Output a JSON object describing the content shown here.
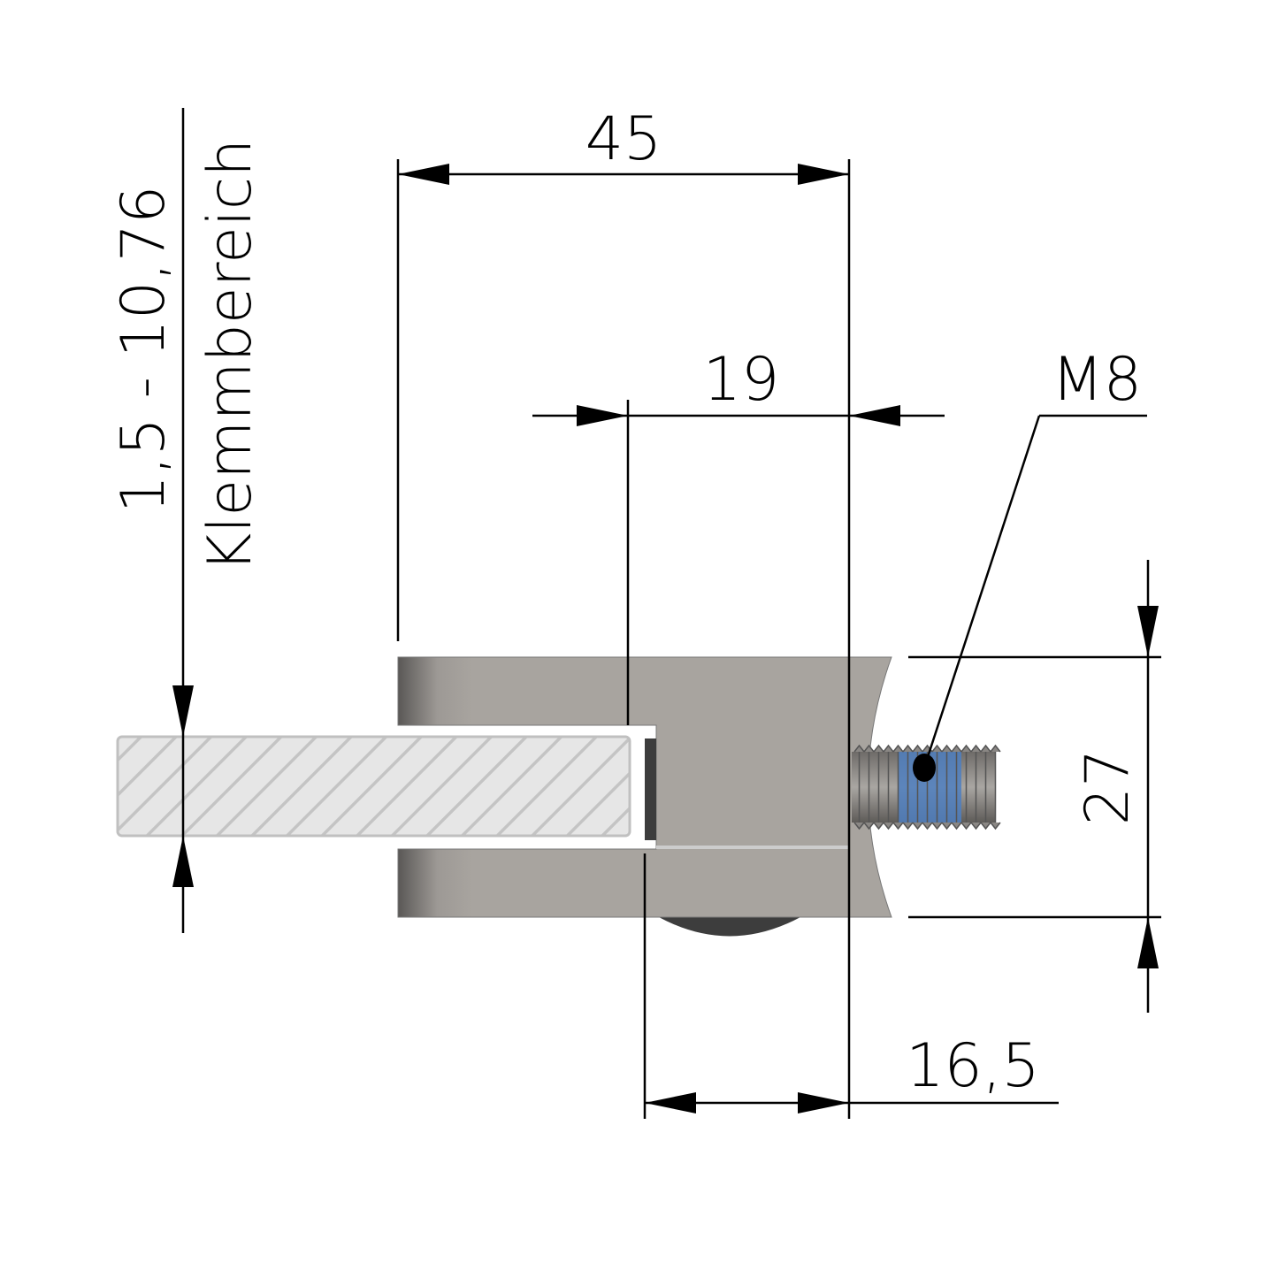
{
  "dimensions": {
    "width_total": "45",
    "inner_depth": "19",
    "bolt_offset": "16,5",
    "height": "27",
    "thread": "M8",
    "clamp_range": "1,5 - 10,76",
    "clamp_range_label": "Klemmbereich"
  },
  "colors": {
    "metal": "#a8a49f",
    "glass": "#e6e6e6",
    "thread_lock": "#4f7fc0"
  }
}
